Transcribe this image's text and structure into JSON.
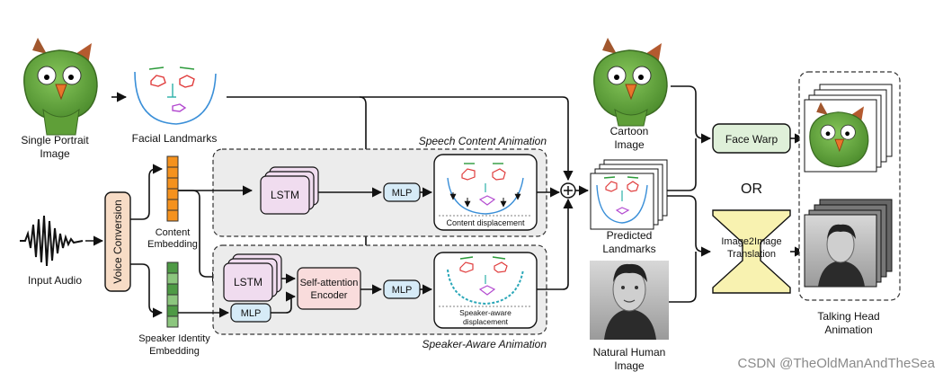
{
  "labels": {
    "single_portrait": [
      "Single Portrait",
      "Image"
    ],
    "facial_landmarks": "Facial Landmarks",
    "input_audio": "Input Audio",
    "voice_conversion": "Voice Conversion",
    "content_embedding": [
      "Content",
      "Embedding"
    ],
    "speaker_identity_embedding": [
      "Speaker Identity",
      "Embedding"
    ],
    "speech_content_animation": "Speech Content Animation",
    "speaker_aware_animation": "Speaker-Aware Animation",
    "lstm_top": "LSTM",
    "lstm_bottom": "LSTM",
    "mlp_top": "MLP",
    "mlp_bottom": "MLP",
    "mlp_speaker": "MLP",
    "self_attention": [
      "Self-attention",
      "Encoder"
    ],
    "content_displacement": "Content displacement",
    "speaker_aware_displacement": [
      "Speaker-aware",
      "displacement"
    ],
    "cartoon_image": [
      "Cartoon",
      "Image"
    ],
    "predicted_landmarks": [
      "Predicted",
      "Landmarks"
    ],
    "natural_human_image": [
      "Natural Human",
      "Image"
    ],
    "face_warp": "Face Warp",
    "or": "OR",
    "image2image": [
      "Image2Image",
      "Translation"
    ],
    "talking_head_animation": [
      "Talking Head",
      "Animation"
    ],
    "watermark": "CSDN @TheOldManAndTheSea"
  },
  "colors": {
    "lstm_fill": "#f0dcef",
    "mlp_fill": "#d6ebf7",
    "self_attention_fill": "#f9dcdc",
    "voice_conversion_fill": "#f7dcc6",
    "face_warp_fill": "#dff0d9",
    "image2image_fill": "#f8f2b0",
    "content_embedding_color": "#f5921e",
    "speaker_embedding_color": "#4e9a45",
    "panel_fill": "#ececec",
    "monster_skin": "#6cb041"
  }
}
